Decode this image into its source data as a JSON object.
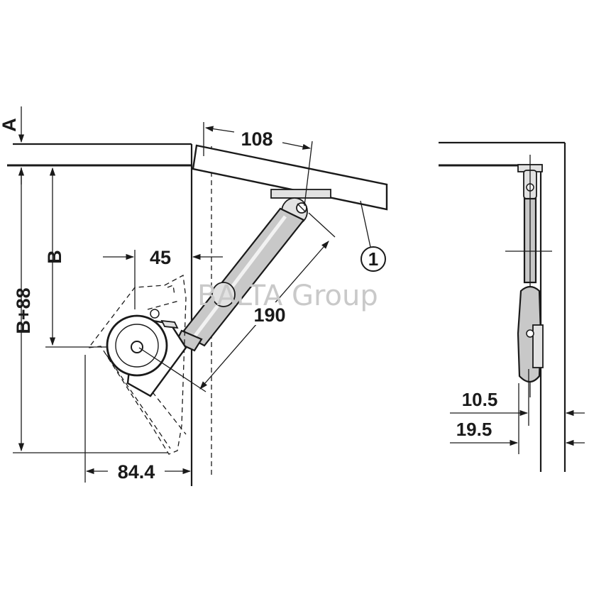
{
  "watermark": "BALTA Group",
  "dimensions": {
    "a": "A",
    "b": "B",
    "b_plus_88": "B+88",
    "d45": "45",
    "d108": "108",
    "d190": "190",
    "d84_4": "84.4",
    "d10_5": "10.5",
    "d19_5": "19.5"
  },
  "callout": "1"
}
